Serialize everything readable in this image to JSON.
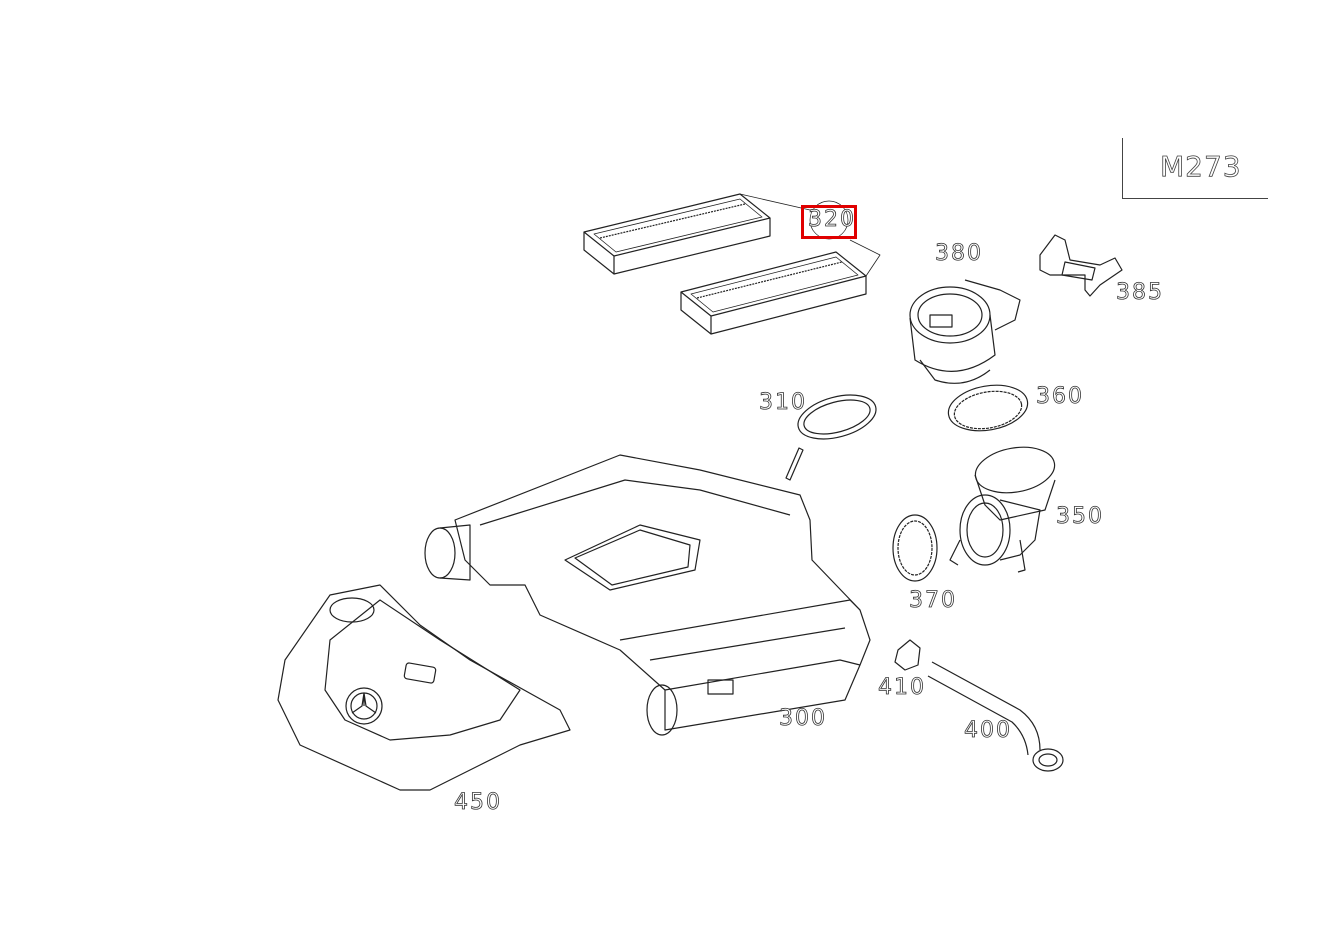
{
  "diagram": {
    "model_code": "M273",
    "highlight_color": "#e00000",
    "selected_part": "320",
    "parts": [
      {
        "id": "320",
        "label": "320",
        "name": "air-filter-element"
      },
      {
        "id": "380",
        "label": "380",
        "name": "air-mass-sensor-housing"
      },
      {
        "id": "385",
        "label": "385",
        "name": "bracket"
      },
      {
        "id": "310",
        "label": "310",
        "name": "seal-ring"
      },
      {
        "id": "360",
        "label": "360",
        "name": "clamp"
      },
      {
        "id": "350",
        "label": "350",
        "name": "intake-connector"
      },
      {
        "id": "370",
        "label": "370",
        "name": "hose-clamp"
      },
      {
        "id": "410",
        "label": "410",
        "name": "clip"
      },
      {
        "id": "400",
        "label": "400",
        "name": "hose"
      },
      {
        "id": "300",
        "label": "300",
        "name": "air-filter-housing"
      },
      {
        "id": "450",
        "label": "450",
        "name": "engine-cover"
      }
    ]
  }
}
